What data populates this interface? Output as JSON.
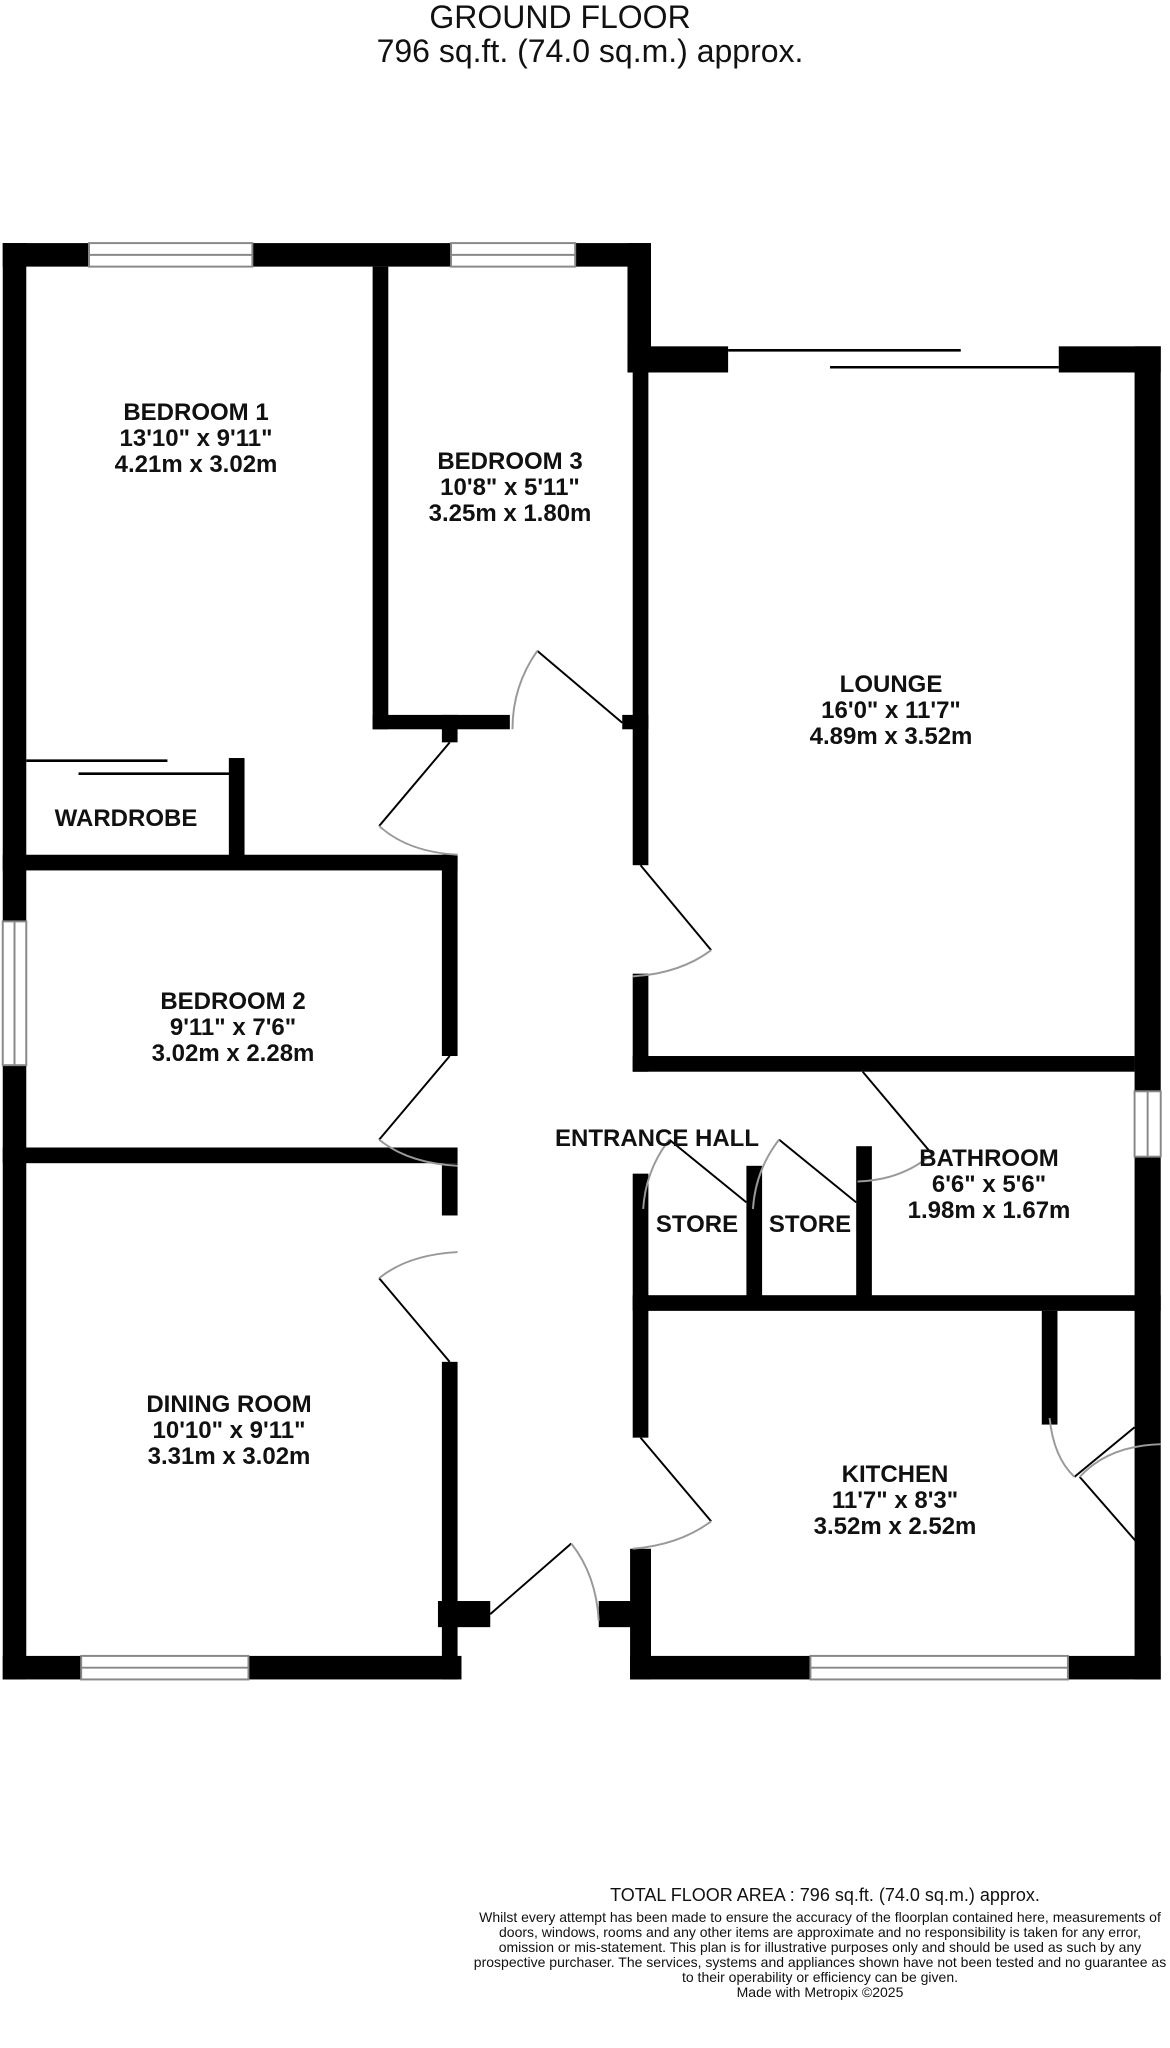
{
  "header": {
    "title": "GROUND FLOOR",
    "area": "796 sq.ft. (74.0 sq.m.) approx."
  },
  "rooms": {
    "bedroom1": {
      "name": "BEDROOM 1",
      "imperial": "13'10\"  x 9'11\"",
      "metric": "4.21m  x 3.02m"
    },
    "bedroom3": {
      "name": "BEDROOM 3",
      "imperial": "10'8\"  x 5'11\"",
      "metric": "3.25m  x 1.80m"
    },
    "lounge": {
      "name": "LOUNGE",
      "imperial": "16'0\"  x 11'7\"",
      "metric": "4.89m  x 3.52m"
    },
    "wardrobe": {
      "name": "WARDROBE"
    },
    "bedroom2": {
      "name": "BEDROOM 2",
      "imperial": "9'11\"  x 7'6\"",
      "metric": "3.02m  x 2.28m"
    },
    "entrance_hall": {
      "name": "ENTRANCE HALL"
    },
    "bathroom": {
      "name": "BATHROOM",
      "imperial": "6'6\"  x 5'6\"",
      "metric": "1.98m  x 1.67m"
    },
    "store1": {
      "name": "STORE"
    },
    "store2": {
      "name": "STORE"
    },
    "dining_room": {
      "name": "DINING ROOM",
      "imperial": "10'10\"  x 9'11\"",
      "metric": "3.31m  x 3.02m"
    },
    "kitchen": {
      "name": "KITCHEN",
      "imperial": "11'7\"  x 8'3\"",
      "metric": "3.52m  x 2.52m"
    }
  },
  "footer": {
    "total": "TOTAL FLOOR AREA : 796 sq.ft. (74.0 sq.m.) approx.",
    "disclaimer": "Whilst every attempt has been made to ensure the accuracy of the floorplan contained here, measurements of doors, windows, rooms and any other items are approximate and no responsibility is taken for any error, omission or mis-statement. This plan is for illustrative purposes only and should be used as such by any prospective purchaser. The services, systems and appliances shown have not been tested and no guarantee as to their operability or efficiency can be given.",
    "credit": "Made with Metropix ©2025"
  },
  "colors": {
    "wall": "#000000",
    "window": "#888888",
    "door": "#999999"
  }
}
